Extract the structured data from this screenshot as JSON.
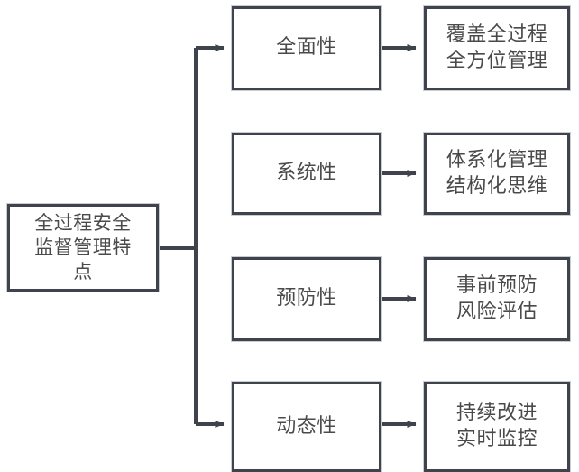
{
  "diagram": {
    "title": "全过程安全监督管理特点",
    "type": "tree-flowchart",
    "colors": {
      "border": "#3f434c",
      "border_halo": "#c9ccd1",
      "text": "#4a4a4a",
      "background": "#ffffff",
      "connector": "#3f434c"
    },
    "root": {
      "label": "全过程安全\n监督管理特\n点"
    },
    "branches": [
      {
        "characteristic": "全面性",
        "detail": "覆盖全过程\n全方位管理",
        "has_arrow_from_root": true
      },
      {
        "characteristic": "系统性",
        "detail": "体系化管理\n结构化思维",
        "has_arrow_from_root": false
      },
      {
        "characteristic": "预防性",
        "detail": "事前预防\n风险评估",
        "has_arrow_from_root": false
      },
      {
        "characteristic": "动态性",
        "detail": "持续改进\n实时监控",
        "has_arrow_from_root": true
      }
    ]
  }
}
